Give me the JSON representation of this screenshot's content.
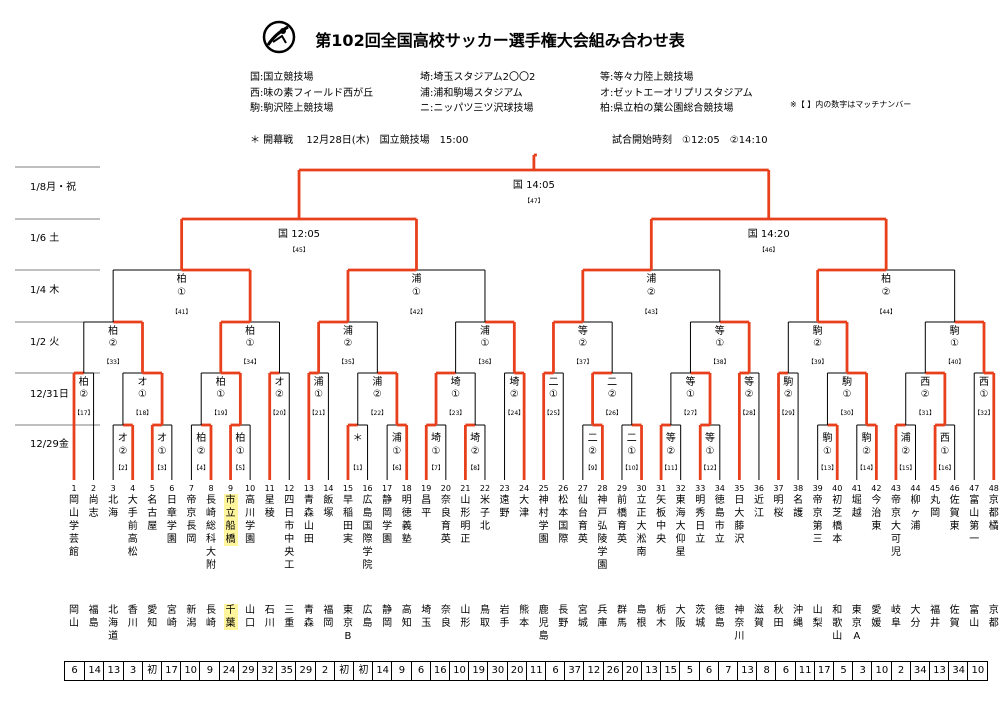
{
  "title": "第102回全国高校サッカー選手権大会組み合わせ表",
  "venues_legend": [
    "国:国立競技場",
    "埼:埼玉スタジアム2〇〇2",
    "等:等々力陸上競技場",
    "西:味の素フィールド西が丘",
    "浦:浦和駒場スタジアム",
    "オ:ゼットエーオリプリスタジアム",
    "駒:駒沢陸上競技場",
    "ニ:ニッパツ三ツ沢球技場",
    "柏:県立柏の葉公園総合競技場"
  ],
  "note": "※【 】内の数字はマッチナンバー",
  "opening": "＊ 開幕戦　 12月28日(木)　国立競技場　15:00",
  "kickoff_times": "試合開始時刻　①12:05　②14:10",
  "round_labels": [
    "1/8月・祝",
    "1/6 土",
    "1/4 木",
    "1/2 火",
    "12/31日",
    "12/29金"
  ],
  "final": {
    "venue": "国 14:05",
    "match": "【47】"
  },
  "semis": [
    {
      "venue": "国 12:05",
      "match": "【45】"
    },
    {
      "venue": "国 14:20",
      "match": "【46】"
    }
  ],
  "qf": [
    {
      "v": "柏",
      "t": "①",
      "m": "【41】"
    },
    {
      "v": "浦",
      "t": "①",
      "m": "【42】"
    },
    {
      "v": "浦",
      "t": "②",
      "m": "【43】"
    },
    {
      "v": "柏",
      "t": "②",
      "m": "【44】"
    }
  ],
  "r16": [
    {
      "v": "柏",
      "t": "②",
      "m": "【33】"
    },
    {
      "v": "柏",
      "t": "①",
      "m": "【34】"
    },
    {
      "v": "浦",
      "t": "②",
      "m": "【35】"
    },
    {
      "v": "浦",
      "t": "①",
      "m": "【36】"
    },
    {
      "v": "等",
      "t": "②",
      "m": "【37】"
    },
    {
      "v": "等",
      "t": "①",
      "m": "【38】"
    },
    {
      "v": "駒",
      "t": "②",
      "m": "【39】"
    },
    {
      "v": "駒",
      "t": "①",
      "m": "【40】"
    }
  ],
  "r2": [
    {
      "v": "柏",
      "t": "②",
      "m": "【17】"
    },
    {
      "v": "オ",
      "t": "①",
      "m": "【18】"
    },
    {
      "v": "柏",
      "t": "①",
      "m": "【19】"
    },
    {
      "v": "オ",
      "t": "②",
      "m": "【20】"
    },
    {
      "v": "浦",
      "t": "①",
      "m": "【21】"
    },
    {
      "v": "浦",
      "t": "②",
      "m": "【22】"
    },
    {
      "v": "埼",
      "t": "①",
      "m": "【23】"
    },
    {
      "v": "埼",
      "t": "②",
      "m": "【24】"
    },
    {
      "v": "二",
      "t": "①",
      "m": "【25】"
    },
    {
      "v": "二",
      "t": "②",
      "m": "【26】"
    },
    {
      "v": "等",
      "t": "①",
      "m": "【27】"
    },
    {
      "v": "等",
      "t": "②",
      "m": "【28】"
    },
    {
      "v": "駒",
      "t": "②",
      "m": "【29】"
    },
    {
      "v": "駒",
      "t": "①",
      "m": "【30】"
    },
    {
      "v": "西",
      "t": "②",
      "m": "【31】"
    },
    {
      "v": "西",
      "t": "①",
      "m": "【32】"
    }
  ],
  "r1": [
    {
      "v": "オ",
      "t": "②",
      "m": "【2】"
    },
    {
      "v": "オ",
      "t": "①",
      "m": "【3】"
    },
    {
      "v": "柏",
      "t": "②",
      "m": "【4】"
    },
    {
      "v": "柏",
      "t": "①",
      "m": "【5】"
    },
    {
      "v": "＊",
      "t": "",
      "m": "【1】"
    },
    {
      "v": "浦",
      "t": "①",
      "m": "【6】"
    },
    {
      "v": "埼",
      "t": "①",
      "m": "【7】"
    },
    {
      "v": "埼",
      "t": "②",
      "m": "【8】"
    },
    {
      "v": "二",
      "t": "②",
      "m": "【9】"
    },
    {
      "v": "二",
      "t": "①",
      "m": "【10】"
    },
    {
      "v": "等",
      "t": "②",
      "m": "【11】"
    },
    {
      "v": "等",
      "t": "①",
      "m": "【12】"
    },
    {
      "v": "駒",
      "t": "①",
      "m": "【13】"
    },
    {
      "v": "駒",
      "t": "②",
      "m": "【14】"
    },
    {
      "v": "浦",
      "t": "②",
      "m": "【15】"
    },
    {
      "v": "西",
      "t": "①",
      "m": "【16】"
    }
  ],
  "teams": [
    {
      "no": "1",
      "name": "岡山学芸館",
      "pref": "岡山"
    },
    {
      "no": "2",
      "name": "尚志",
      "pref": "福島"
    },
    {
      "no": "3",
      "name": "北海",
      "pref": "北海道"
    },
    {
      "no": "4",
      "name": "大手前高松",
      "pref": "香川"
    },
    {
      "no": "5",
      "name": "名古屋",
      "pref": "愛知"
    },
    {
      "no": "6",
      "name": "日章学園",
      "pref": "宮崎"
    },
    {
      "no": "7",
      "name": "帝京長岡",
      "pref": "新潟"
    },
    {
      "no": "8",
      "name": "長崎総科大附",
      "pref": "長崎"
    },
    {
      "no": "9",
      "name": "市立船橋",
      "pref": "千葉"
    },
    {
      "no": "10",
      "name": "高川学園",
      "pref": "山口"
    },
    {
      "no": "11",
      "name": "星稜",
      "pref": "石川"
    },
    {
      "no": "12",
      "name": "四日市中央工",
      "pref": "三重"
    },
    {
      "no": "13",
      "name": "青森山田",
      "pref": "青森"
    },
    {
      "no": "14",
      "name": "飯塚",
      "pref": "福岡"
    },
    {
      "no": "15",
      "name": "早稲田実",
      "pref": "東京B"
    },
    {
      "no": "16",
      "name": "広島国際学院",
      "pref": "広島"
    },
    {
      "no": "17",
      "name": "静岡学園",
      "pref": "静岡"
    },
    {
      "no": "18",
      "name": "明徳義塾",
      "pref": "高知"
    },
    {
      "no": "19",
      "name": "昌平",
      "pref": "埼玉"
    },
    {
      "no": "20",
      "name": "奈良育英",
      "pref": "奈良"
    },
    {
      "no": "21",
      "name": "山形明正",
      "pref": "山形"
    },
    {
      "no": "22",
      "name": "米子北",
      "pref": "鳥取"
    },
    {
      "no": "23",
      "name": "遠野",
      "pref": "岩手"
    },
    {
      "no": "24",
      "name": "大津",
      "pref": "熊本"
    },
    {
      "no": "25",
      "name": "神村学園",
      "pref": "鹿児島"
    },
    {
      "no": "26",
      "name": "松本国際",
      "pref": "長野"
    },
    {
      "no": "27",
      "name": "仙台育英",
      "pref": "宮城"
    },
    {
      "no": "28",
      "name": "神戸弘陵学園",
      "pref": "兵庫"
    },
    {
      "no": "29",
      "name": "前橋育英",
      "pref": "群馬"
    },
    {
      "no": "30",
      "name": "立正大淞南",
      "pref": "島根"
    },
    {
      "no": "31",
      "name": "矢板中央",
      "pref": "栃木"
    },
    {
      "no": "32",
      "name": "東海大仰星",
      "pref": "大阪"
    },
    {
      "no": "33",
      "name": "明秀日立",
      "pref": "茨城"
    },
    {
      "no": "34",
      "name": "徳島市立",
      "pref": "徳島"
    },
    {
      "no": "35",
      "name": "日大藤沢",
      "pref": "神奈川"
    },
    {
      "no": "36",
      "name": "近江",
      "pref": "滋賀"
    },
    {
      "no": "37",
      "name": "明桜",
      "pref": "秋田"
    },
    {
      "no": "38",
      "name": "名護",
      "pref": "沖縄"
    },
    {
      "no": "39",
      "name": "帝京第三",
      "pref": "山梨"
    },
    {
      "no": "40",
      "name": "初芝橋本",
      "pref": "和歌山"
    },
    {
      "no": "41",
      "name": "堀越",
      "pref": "東京A"
    },
    {
      "no": "42",
      "name": "今治東",
      "pref": "愛媛"
    },
    {
      "no": "43",
      "name": "帝京大可児",
      "pref": "岐阜"
    },
    {
      "no": "44",
      "name": "柳ヶ浦",
      "pref": "大分"
    },
    {
      "no": "45",
      "name": "丸岡",
      "pref": "福井"
    },
    {
      "no": "46",
      "name": "佐賀東",
      "pref": "佐賀"
    },
    {
      "no": "47",
      "name": "富山第一",
      "pref": "富山"
    },
    {
      "no": "48",
      "name": "京都橘",
      "pref": "京都"
    }
  ],
  "appearances": [
    "6",
    "14",
    "13",
    "3",
    "初",
    "17",
    "10",
    "9",
    "24",
    "29",
    "32",
    "35",
    "29",
    "2",
    "初",
    "初",
    "14",
    "9",
    "6",
    "16",
    "10",
    "19",
    "30",
    "20",
    "11",
    "6",
    "37",
    "12",
    "26",
    "20",
    "13",
    "15",
    "5",
    "6",
    "7",
    "13",
    "8",
    "6",
    "11",
    "17",
    "5",
    "3",
    "10",
    "2",
    "34",
    "13",
    "34",
    "10"
  ],
  "highlight_team": "9",
  "colors": {
    "path": "#e8401c",
    "line": "#000000",
    "highlight": "#fff59d"
  }
}
